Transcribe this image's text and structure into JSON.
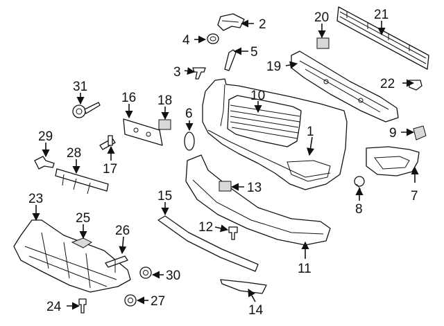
{
  "diagram": {
    "callouts": {
      "c1": "1",
      "c2": "2",
      "c3": "3",
      "c4": "4",
      "c5": "5",
      "c6": "6",
      "c7": "7",
      "c8": "8",
      "c9": "9",
      "c10": "10",
      "c11": "11",
      "c12": "12",
      "c13": "13",
      "c14": "14",
      "c15": "15",
      "c16": "16",
      "c17": "17",
      "c18": "18",
      "c19": "19",
      "c20": "20",
      "c21": "21",
      "c22": "22",
      "c23": "23",
      "c24": "24",
      "c25": "25",
      "c26": "26",
      "c27": "27",
      "c28": "28",
      "c29": "29",
      "c30": "30",
      "c31": "31"
    }
  }
}
